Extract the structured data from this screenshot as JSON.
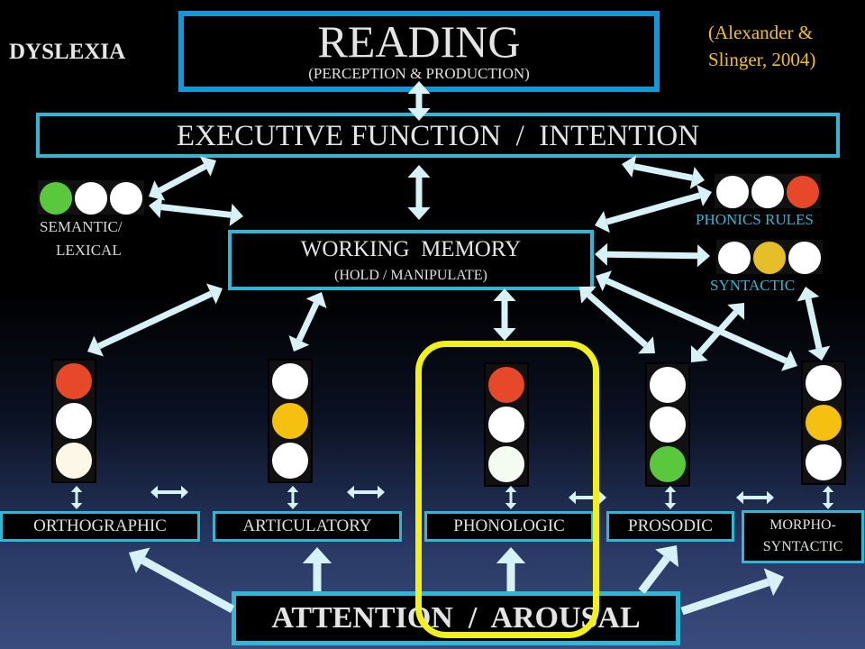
{
  "slide": {
    "corner_label": "DYSLEXIA",
    "citation_line1": "(Alexander &",
    "citation_line2": "Slinger, 2004)",
    "reading": {
      "title": "READING",
      "subtitle": "(PERCEPTION & PRODUCTION)"
    },
    "executive": {
      "label": "EXECUTIVE FUNCTION  /  INTENTION"
    },
    "working_memory": {
      "title": "WORKING  MEMORY",
      "subtitle": "(HOLD / MANIPULATE)"
    },
    "attention": {
      "label": "ATTENTION  /  AROUSAL"
    },
    "side_labels": {
      "semantic_line1": "SEMANTIC/",
      "semantic_line2": "LEXICAL",
      "phonics": "PHONICS RULES",
      "syntactic": "SYNTACTIC"
    },
    "bottom_labels": {
      "orthographic": "ORTHOGRAPHIC",
      "articulatory": "ARTICULATORY",
      "phonologic": "PHONOLOGIC",
      "prosodic": "PROSODIC",
      "morpho_line1": "MORPHO-",
      "morpho_line2": "SYNTACTIC"
    },
    "colors": {
      "red": "#e8482a",
      "yellow": "#f6c010",
      "green": "#5ac83c",
      "white": "#ffffff",
      "cyan": "#31b7d6",
      "highlight": "#f2f01a",
      "arrow": "#d6f2f6",
      "accent_text": "#f6c017"
    }
  }
}
